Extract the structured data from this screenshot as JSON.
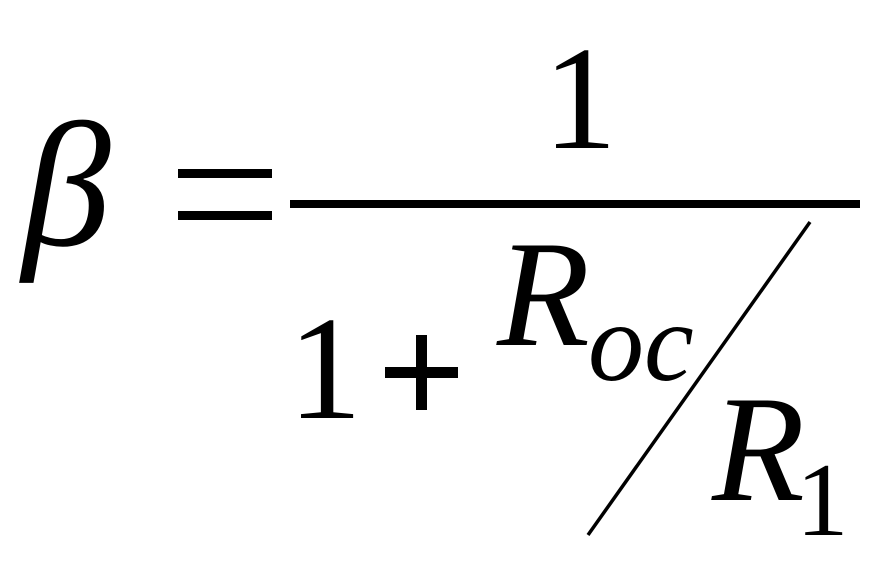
{
  "formula": {
    "lhs": "β",
    "numerator": "1",
    "denominator": {
      "one": "1",
      "inner_numerator": "R",
      "inner_numerator_subscript": "oc",
      "inner_denominator": "R",
      "inner_denominator_subscript": "1"
    }
  },
  "colors": {
    "ink": "#000000",
    "background": "#ffffff"
  }
}
